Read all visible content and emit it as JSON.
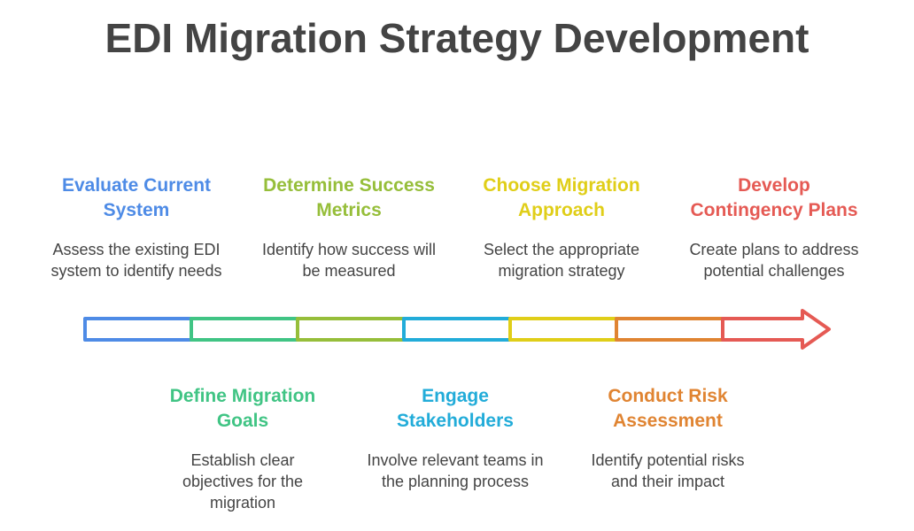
{
  "title": "EDI Migration Strategy Development",
  "steps": [
    {
      "heading": "Evaluate Current System",
      "desc": "Assess the existing EDI system to identify needs",
      "color": "#4E8BE6",
      "position": "top"
    },
    {
      "heading": "Define Migration Goals",
      "desc": "Establish clear objectives for the migration",
      "color": "#40C484",
      "position": "bottom"
    },
    {
      "heading": "Determine Success Metrics",
      "desc": "Identify how success will be measured",
      "color": "#96BE3A",
      "position": "top"
    },
    {
      "heading": "Engage Stakeholders",
      "desc": "Involve relevant teams in the planning process",
      "color": "#22ACD9",
      "position": "bottom"
    },
    {
      "heading": "Choose Migration Approach",
      "desc": "Select the appropriate migration strategy",
      "color": "#E0CE18",
      "position": "top"
    },
    {
      "heading": "Conduct Risk Assessment",
      "desc": "Identify potential risks and their impact",
      "color": "#E08432",
      "position": "bottom"
    },
    {
      "heading": "Develop Contingency Plans",
      "desc": "Create plans to address potential challenges",
      "color": "#E55A54",
      "position": "top"
    }
  ]
}
